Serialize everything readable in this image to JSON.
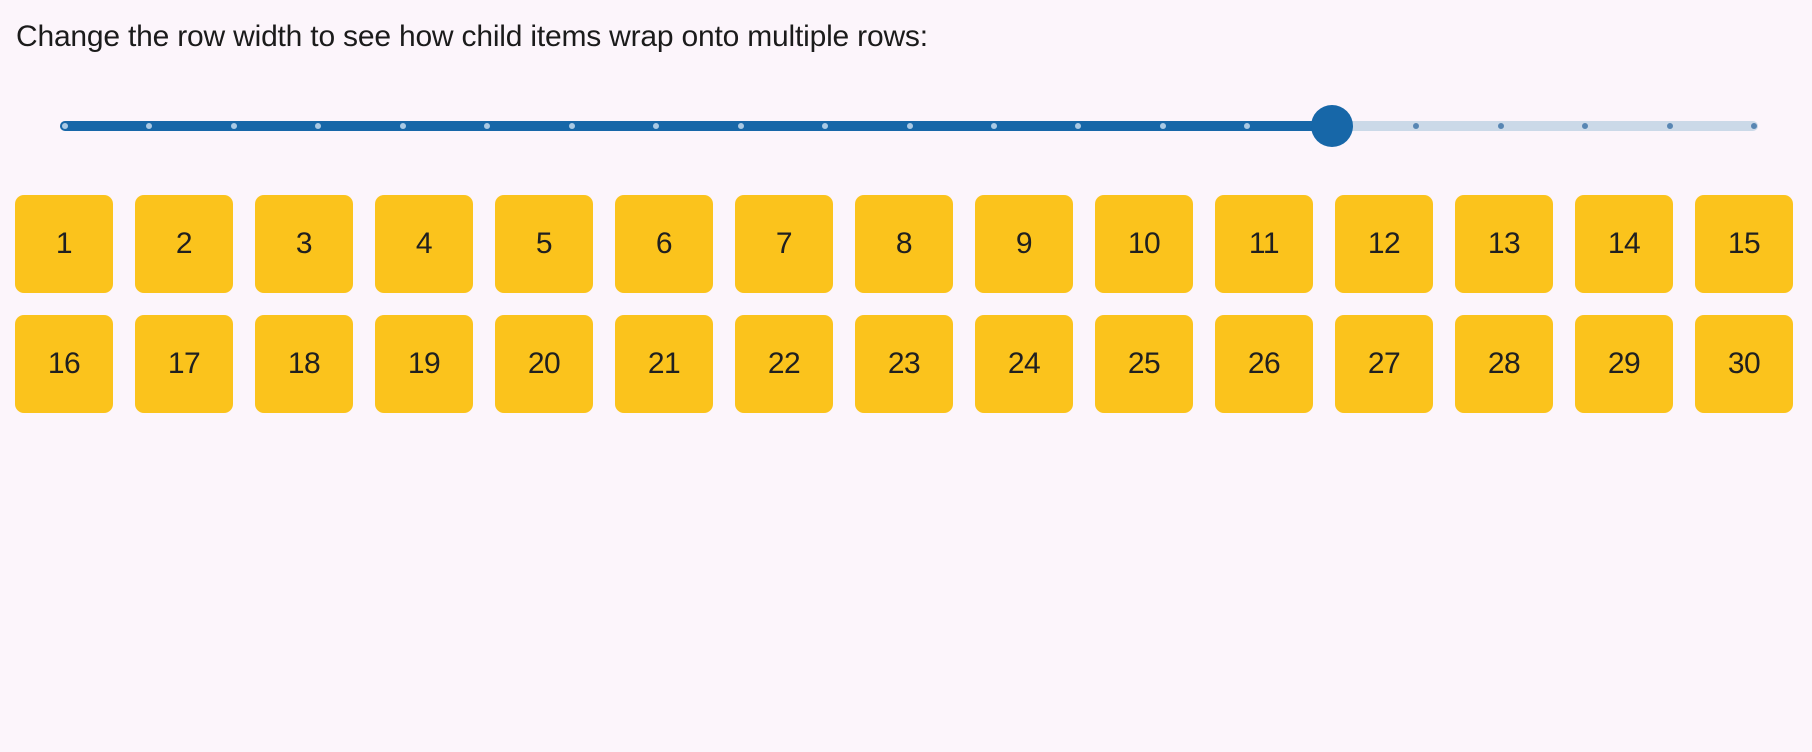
{
  "page": {
    "title": "Change the row width to see how child items wrap onto multiple rows:"
  },
  "slider": {
    "tick_count": 21,
    "value_tick_index": 15,
    "colors": {
      "filled_track": "#1767A8",
      "unfilled_track": "#CBD9E8",
      "thumb": "#1767A8",
      "tick_on_filled": "#A9C9E4",
      "tick_on_unfilled": "#5886B3"
    }
  },
  "grid": {
    "items": [
      "1",
      "2",
      "3",
      "4",
      "5",
      "6",
      "7",
      "8",
      "9",
      "10",
      "11",
      "12",
      "13",
      "14",
      "15",
      "16",
      "17",
      "18",
      "19",
      "20",
      "21",
      "22",
      "23",
      "24",
      "25",
      "26",
      "27",
      "28",
      "29",
      "30"
    ],
    "columns_per_row": 15,
    "tile_color": "#FBC31C",
    "tile_text_color": "#202020"
  },
  "colors": {
    "background": "#FCF5FB",
    "title_text": "#1B1B1B"
  }
}
